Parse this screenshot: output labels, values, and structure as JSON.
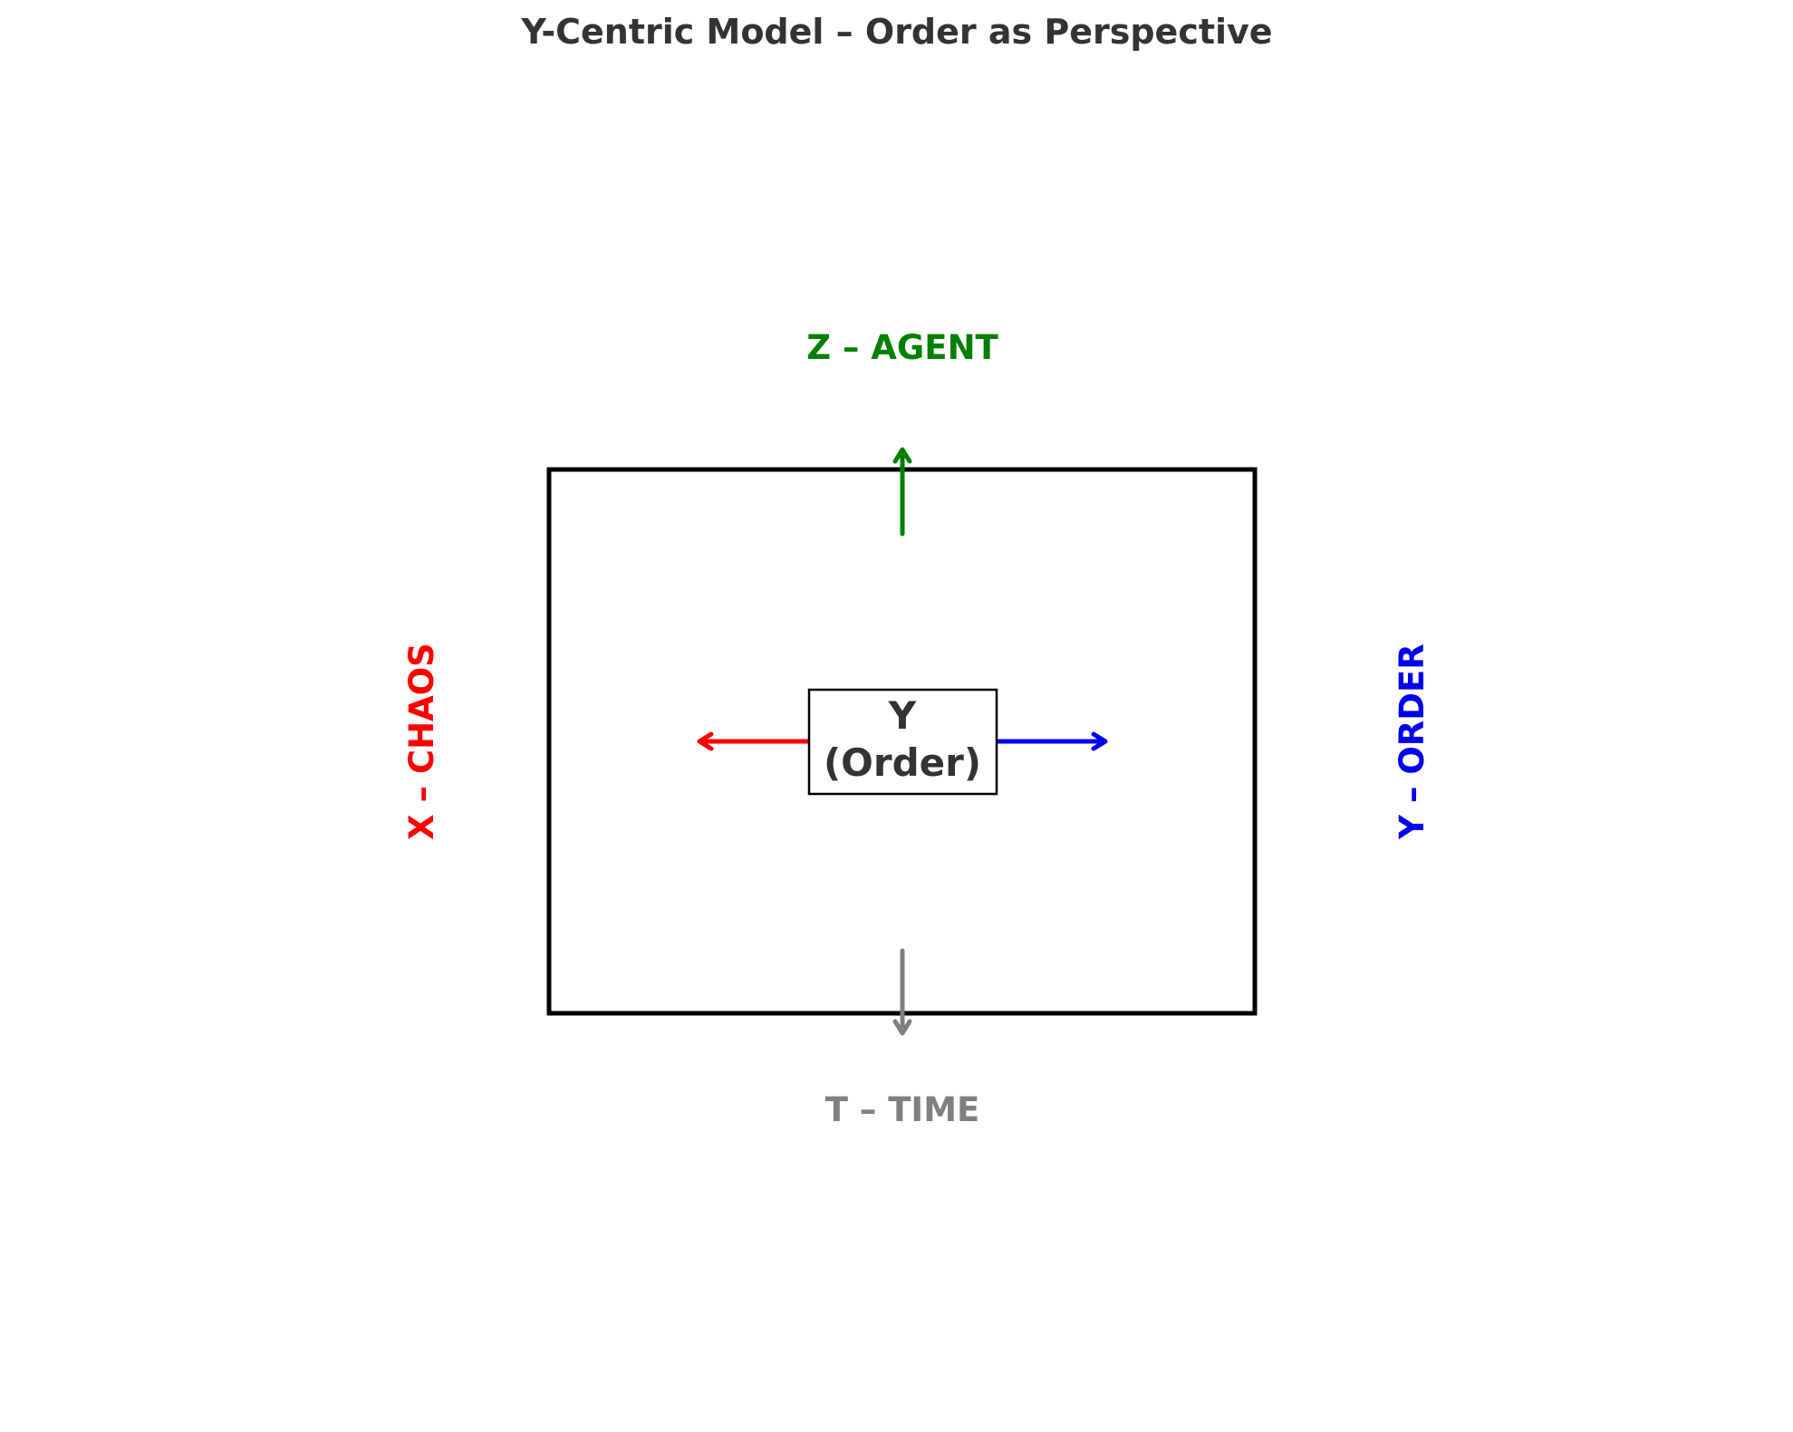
{
  "title": "Y-Centric Model – Order as Perspective",
  "center": {
    "line1": "Y",
    "line2": "(Order)"
  },
  "labels": {
    "top": "Z – AGENT",
    "bottom": "T – TIME",
    "left": "X – CHAOS",
    "right": "Y – ORDER"
  },
  "colors": {
    "title": "#333333",
    "center_text": "#333333",
    "frame": "#000000",
    "agent": "#008000",
    "time": "#808080",
    "chaos": "#ff0000",
    "order": "#0000ee"
  }
}
